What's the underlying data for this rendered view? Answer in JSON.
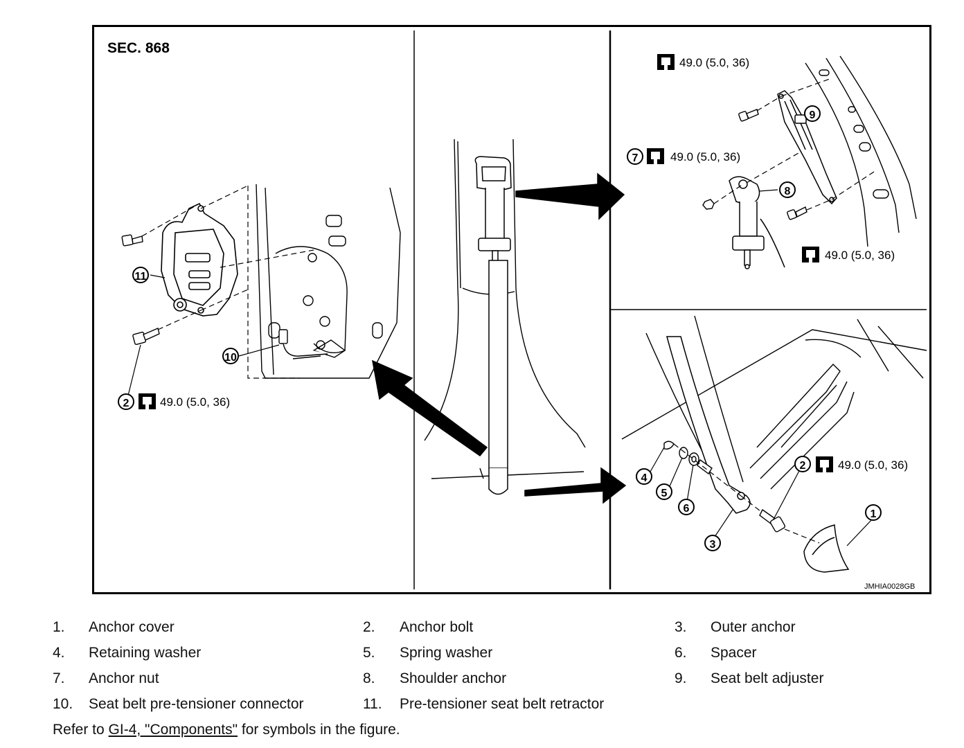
{
  "figure": {
    "section_label": "SEC. 868",
    "image_code": "JMHIA0028GB",
    "torques": {
      "retractor_bolt": "49.0 (5.0, 36)",
      "adjuster_upper_bolt": "49.0 (5.0, 36)",
      "anchor_nut": "49.0 (5.0, 36)",
      "adjuster_lower_bolt": "49.0 (5.0, 36)",
      "outer_anchor_bolt": "49.0 (5.0, 36)"
    },
    "callouts": [
      "1",
      "2",
      "3",
      "4",
      "5",
      "6",
      "7",
      "8",
      "9",
      "10",
      "11"
    ],
    "icons": {
      "torque": "torque-wrench-icon"
    }
  },
  "legend": {
    "items": [
      {
        "num": "1.",
        "label": "Anchor cover"
      },
      {
        "num": "2.",
        "label": "Anchor bolt"
      },
      {
        "num": "3.",
        "label": "Outer anchor"
      },
      {
        "num": "4.",
        "label": "Retaining washer"
      },
      {
        "num": "5.",
        "label": "Spring washer"
      },
      {
        "num": "6.",
        "label": "Spacer"
      },
      {
        "num": "7.",
        "label": "Anchor nut"
      },
      {
        "num": "8.",
        "label": "Shoulder anchor"
      },
      {
        "num": "9.",
        "label": "Seat belt adjuster"
      },
      {
        "num": "10.",
        "label": "Seat belt pre-tensioner connector"
      },
      {
        "num": "11.",
        "label": "Pre-tensioner seat belt retractor"
      }
    ]
  },
  "note": {
    "prefix": "Refer to ",
    "link": "GI-4, \"Components\"",
    "suffix": " for symbols in the figure."
  }
}
